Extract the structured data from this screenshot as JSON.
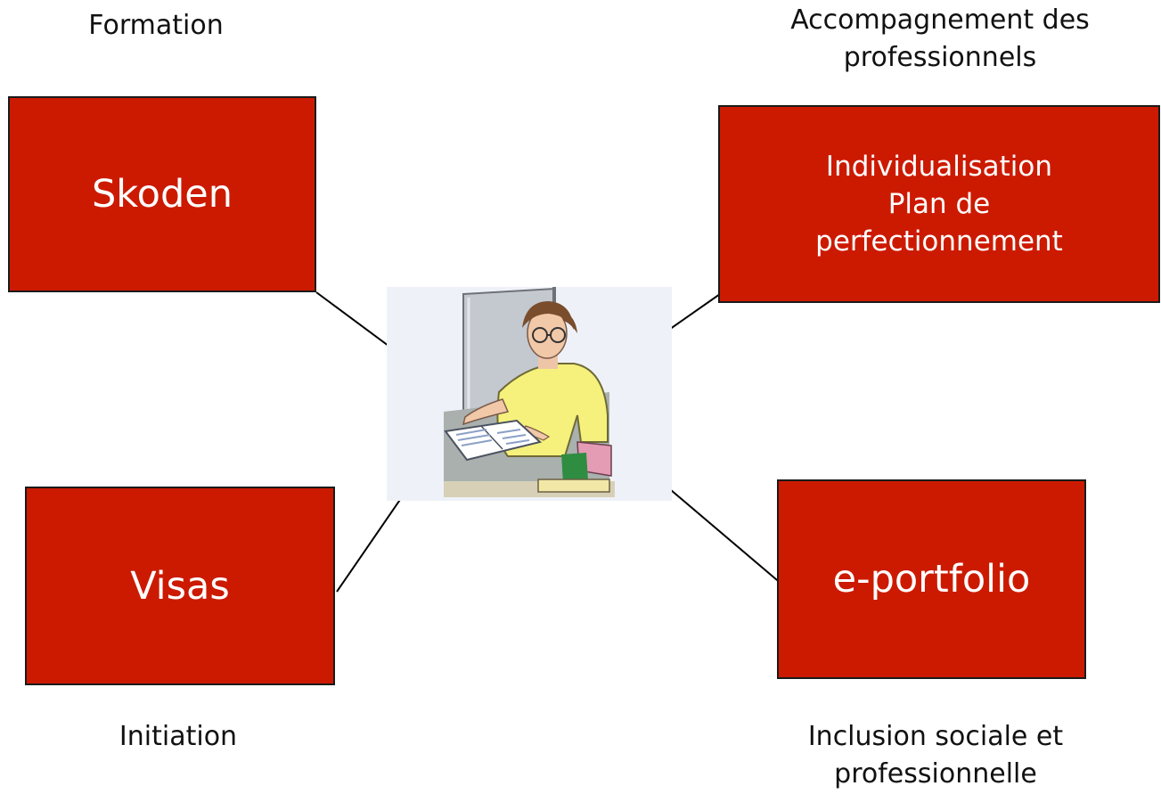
{
  "captions": {
    "formation": "Formation",
    "accompagnement": "Accompagnement des\nprofessionnels",
    "initiation": "Initiation",
    "inclusion": "Inclusion sociale et\nprofessionnelle"
  },
  "boxes": {
    "skoden": "Skoden",
    "individualisation": "Individualisation\nPlan de\nperfectionnement",
    "visas": "Visas",
    "eportfolio": "e-portfolio"
  },
  "colors": {
    "box_fill": "#cc1a00",
    "box_border": "#1a1a1a",
    "box_text": "#ffffff",
    "caption_text": "#111111",
    "connector": "#000000"
  },
  "center_image": {
    "icon": "person-studying-icon"
  }
}
